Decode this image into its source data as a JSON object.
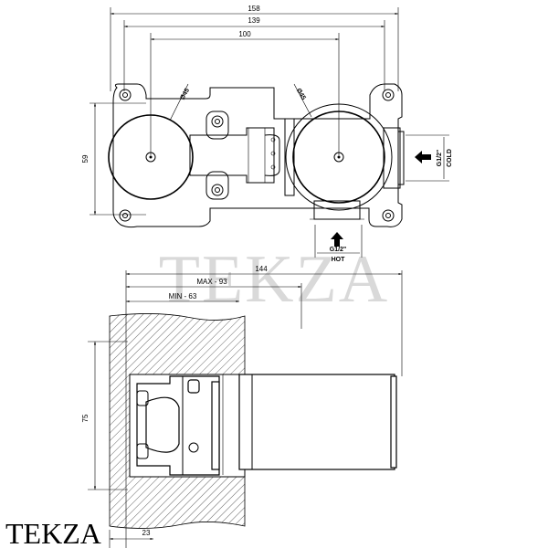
{
  "top_view": {
    "dim_158": "158",
    "dim_139": "139",
    "dim_100": "100",
    "dim_59": "59",
    "dia_left": "Ø45",
    "dia_right": "Ø45",
    "cold_thread": "G1/2\"",
    "cold_label": "COLD",
    "hot_thread": "G1/2\"",
    "hot_label": "HOT"
  },
  "side_view": {
    "dim_144": "144",
    "dim_max": "MAX - 93",
    "dim_min": "MIN - 63",
    "dim_75": "75",
    "dim_23": "23"
  },
  "watermark": "TEKZA",
  "brand_logo": "TEKZA"
}
